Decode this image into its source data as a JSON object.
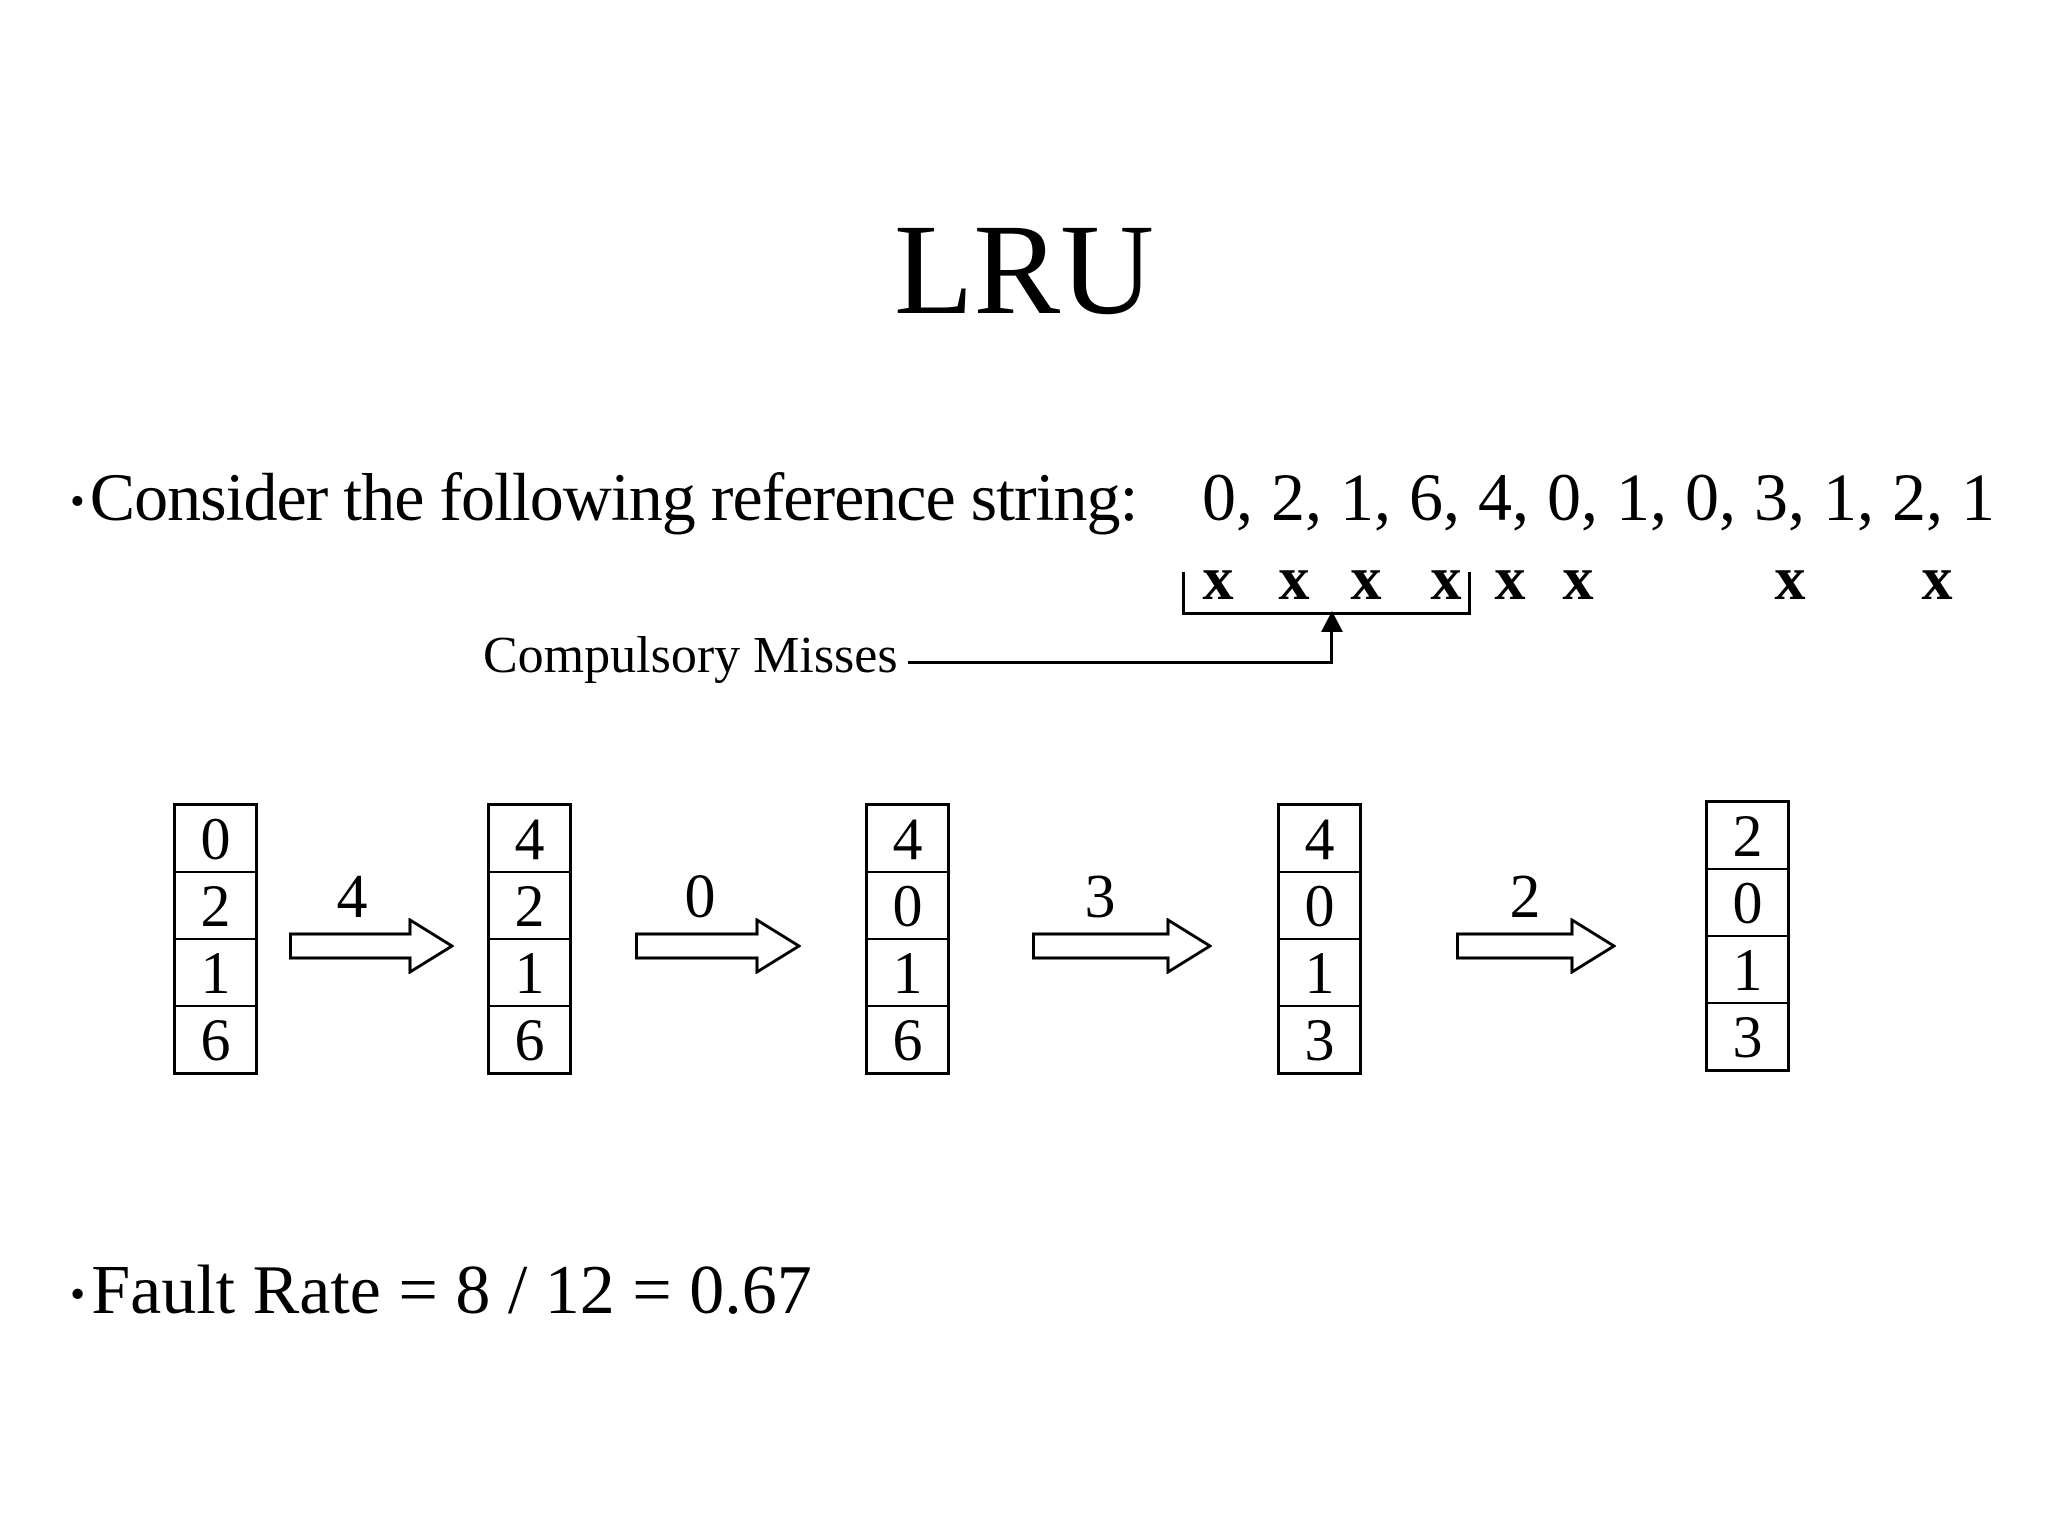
{
  "slide": {
    "title": "LRU",
    "bullet_glyph": "•",
    "reference_line": {
      "prefix": "Consider the following reference string:",
      "values": [
        "0",
        "2",
        "1",
        "6",
        "4",
        "0",
        "1",
        "0",
        "3",
        "1",
        "2",
        "1"
      ]
    },
    "miss_marks": {
      "glyph": "x",
      "miss_indices": [
        0,
        1,
        2,
        3,
        4,
        5,
        8,
        10
      ],
      "total_references": 12,
      "miss_count": 8
    },
    "compulsory_label": "Compulsory Misses",
    "frames": [
      {
        "cells": [
          "0",
          "2",
          "1",
          "6"
        ]
      },
      {
        "cells": [
          "4",
          "2",
          "1",
          "6"
        ]
      },
      {
        "cells": [
          "4",
          "0",
          "1",
          "6"
        ]
      },
      {
        "cells": [
          "4",
          "0",
          "1",
          "3"
        ]
      },
      {
        "cells": [
          "2",
          "0",
          "1",
          "3"
        ]
      }
    ],
    "transitions": [
      {
        "label": "4"
      },
      {
        "label": "0"
      },
      {
        "label": "3"
      },
      {
        "label": "2"
      }
    ],
    "fault_line": "Fault Rate = 8 / 12 = 0.67",
    "colors": {
      "background": "#ffffff",
      "ink": "#000000"
    }
  }
}
